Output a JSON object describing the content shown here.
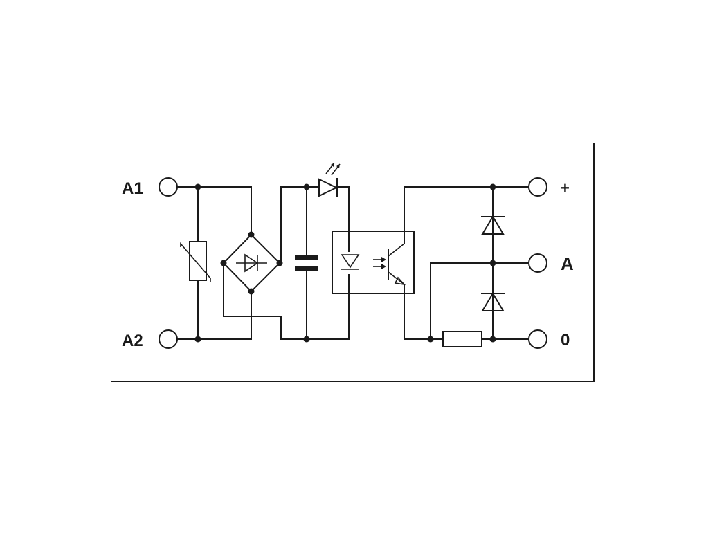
{
  "diagram": {
    "terminals": {
      "a1": "A1",
      "a2": "A2",
      "plus": "+",
      "a": "A",
      "zero": "0"
    }
  },
  "colors": {
    "line": "#1a1a1a",
    "background": "#ffffff"
  }
}
